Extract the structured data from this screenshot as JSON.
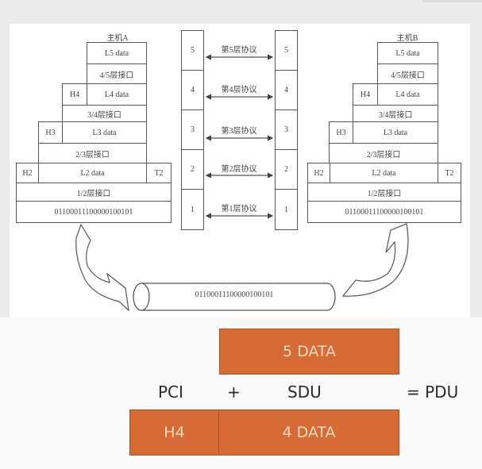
{
  "diagram": {
    "host_a": {
      "title": "主机A",
      "rows": {
        "l5_data": "L5 data",
        "if_45": "4/5层接口",
        "h4": "H4",
        "l4_data": "L4 data",
        "if_34": "3/4层接口",
        "h3": "H3",
        "l3_data": "L3 data",
        "if_23": "2/3层接口",
        "h2": "H2",
        "l2_data": "L2 data",
        "t2": "T2",
        "if_12": "1/2层接口",
        "bits": "01100011100000100101"
      }
    },
    "host_b": {
      "title": "主机B",
      "rows": {
        "l5_data": "L5 data",
        "if_45": "4/5层接口",
        "h4": "H4",
        "l4_data": "L4 data",
        "if_34": "3/4层接口",
        "h3": "H3",
        "l3_data": "L3 data",
        "if_23": "2/3层接口",
        "h2": "H2",
        "l2_data": "L2 data",
        "t2": "T2",
        "if_12": "1/2层接口",
        "bits": "01100011100000100101"
      }
    },
    "layers": [
      {
        "num": "5",
        "protocol": "第5层协议"
      },
      {
        "num": "4",
        "protocol": "第4层协议"
      },
      {
        "num": "3",
        "protocol": "第3层协议"
      },
      {
        "num": "2",
        "protocol": "第2层协议"
      },
      {
        "num": "1",
        "protocol": "第1层协议"
      }
    ],
    "medium_bits": "01100011100000100101"
  },
  "pdu": {
    "upper_sdu": "5 DATA",
    "pci_label": "PCI",
    "plus": "+",
    "sdu_label": "SDU",
    "result": "= PDU",
    "header": "H4",
    "lower_data": "4 DATA",
    "colors": {
      "bar": "#d66b36",
      "bar_text": "#f8dcc2"
    }
  }
}
